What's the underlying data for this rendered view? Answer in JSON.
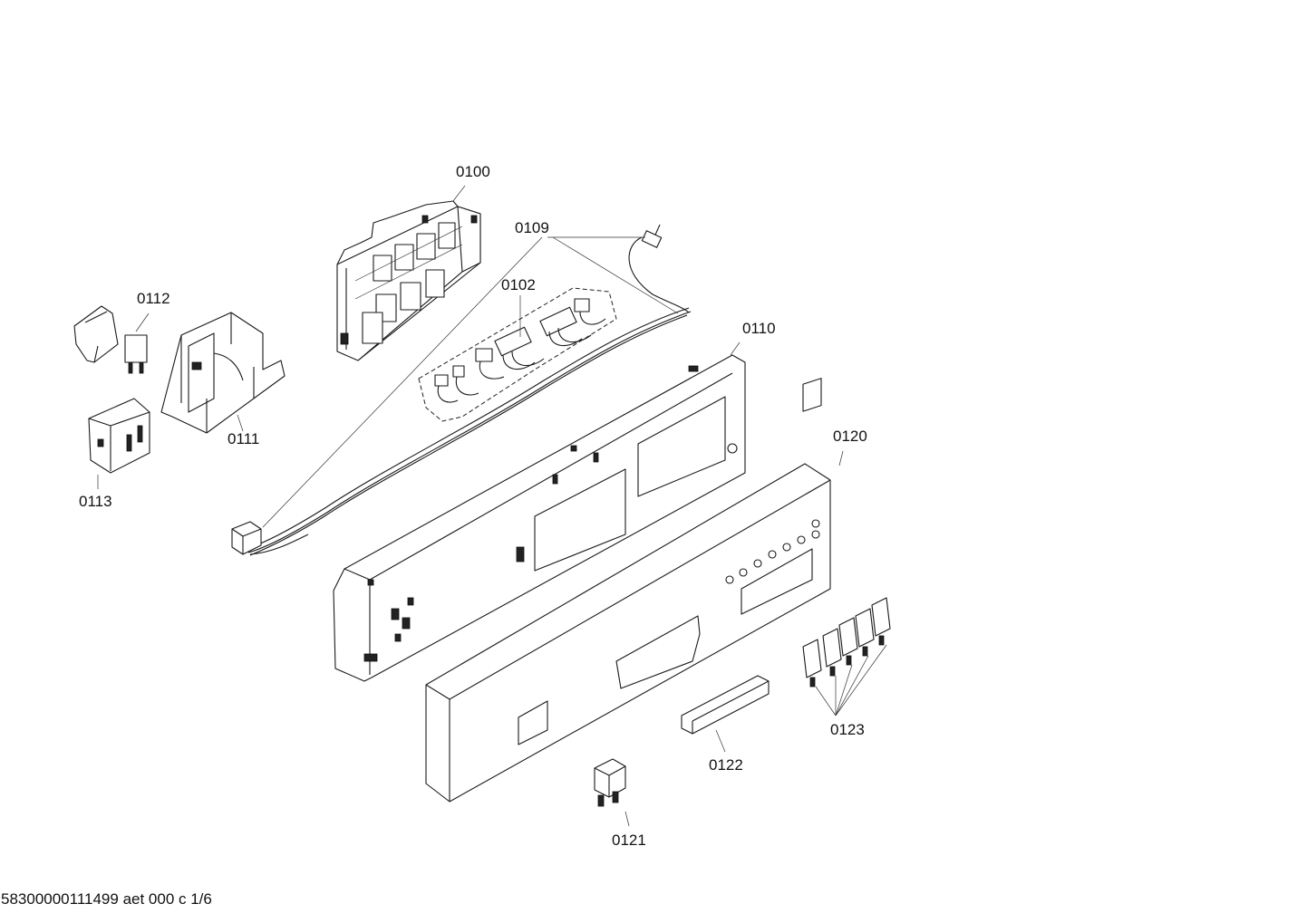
{
  "labels": {
    "p0100": "0100",
    "p0109": "0109",
    "p0102": "0102",
    "p0112": "0112",
    "p0110": "0110",
    "p0111": "0111",
    "p0120": "0120",
    "p0113": "0113",
    "p0123": "0123",
    "p0122": "0122",
    "p0121": "0121"
  },
  "footer": {
    "text": "58300000111499 aet 000 c 1/6"
  }
}
